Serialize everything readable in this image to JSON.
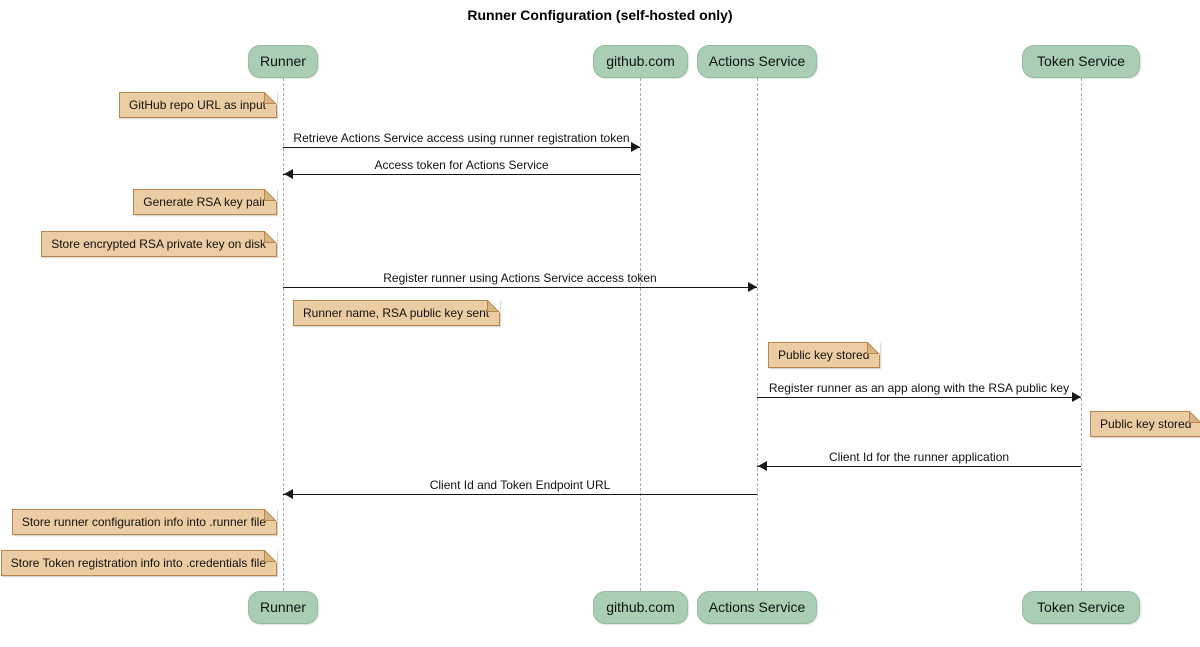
{
  "title": "Runner Configuration (self-hosted only)",
  "diagram_type": "sequence",
  "participants": [
    {
      "name": "Runner"
    },
    {
      "name": "github.com"
    },
    {
      "name": "Actions Service"
    },
    {
      "name": "Token Service"
    }
  ],
  "messages": [
    {
      "from": "Runner",
      "to": "github.com",
      "direction": "right",
      "text": "Retrieve Actions Service access using runner registration token"
    },
    {
      "from": "github.com",
      "to": "Runner",
      "direction": "left",
      "text": "Access token for Actions Service"
    },
    {
      "from": "Runner",
      "to": "Actions Service",
      "direction": "right",
      "text": "Register runner using Actions Service access token"
    },
    {
      "from": "Actions Service",
      "to": "Token Service",
      "direction": "right",
      "text": "Register runner as an app along with the RSA public key"
    },
    {
      "from": "Token Service",
      "to": "Actions Service",
      "direction": "left",
      "text": "Client Id for the runner application"
    },
    {
      "from": "Actions Service",
      "to": "Runner",
      "direction": "left",
      "text": "Client Id and Token Endpoint URL"
    }
  ],
  "notes": [
    {
      "side": "left",
      "of": "Runner",
      "text": "GitHub repo URL as input"
    },
    {
      "side": "left",
      "of": "Runner",
      "text": "Generate RSA key pair"
    },
    {
      "side": "left",
      "of": "Runner",
      "text": "Store encrypted RSA private key on disk"
    },
    {
      "side": "right",
      "of": "Runner",
      "text": "Runner name, RSA public key sent"
    },
    {
      "side": "right",
      "of": "Actions Service",
      "text": "Public key stored"
    },
    {
      "side": "right",
      "of": "Token Service",
      "text": "Public key stored"
    },
    {
      "side": "left",
      "of": "Runner",
      "text": "Store runner configuration info into .runner file"
    },
    {
      "side": "left",
      "of": "Runner",
      "text": "Store Token registration info into .credentials file"
    }
  ],
  "colors": {
    "participant_fill": "#A9CEB3",
    "participant_border": "#93BD9E",
    "note_fill": "#ECCCA2",
    "note_border": "#B8864B",
    "arrow": "#181818",
    "lifeline": "#A9A9A9",
    "background": "#FFFFFF"
  }
}
